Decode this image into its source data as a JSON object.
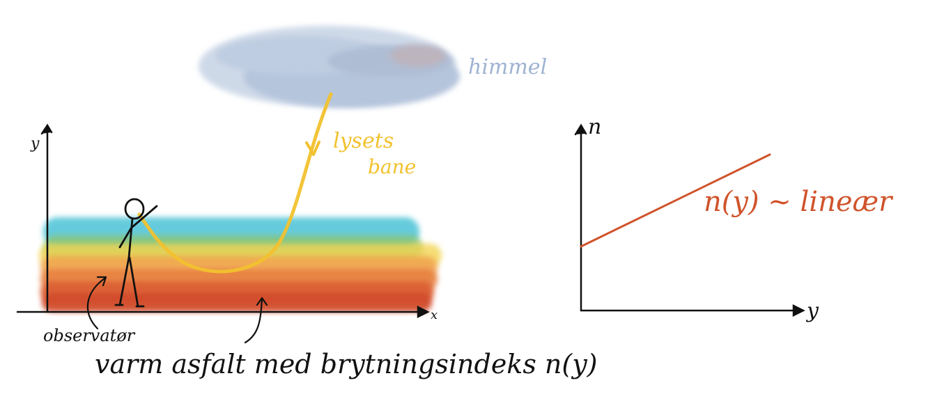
{
  "left_diagram": {
    "y_axis_label": "y",
    "x_axis_label": "x",
    "sky_label": "himmel",
    "light_path_label_line1": "lysets",
    "light_path_label_line2": "bane",
    "observer_label": "observatør",
    "asphalt_label": "varm asfalt med brytningsindeks n(y)",
    "colors": {
      "sky": "#a9bdd8",
      "light_path": "#f2c12e",
      "layer_top": "#4cc3d6",
      "layer_mid_green": "#8fc46a",
      "layer_yellow": "#f2d24a",
      "layer_orange": "#ee9a4a",
      "layer_bottom": "#d8532e"
    }
  },
  "right_graph": {
    "y_axis_label": "n",
    "x_axis_label": "y",
    "line_label": "n(y) ~ lineær",
    "line_color": "#d0532b"
  }
}
